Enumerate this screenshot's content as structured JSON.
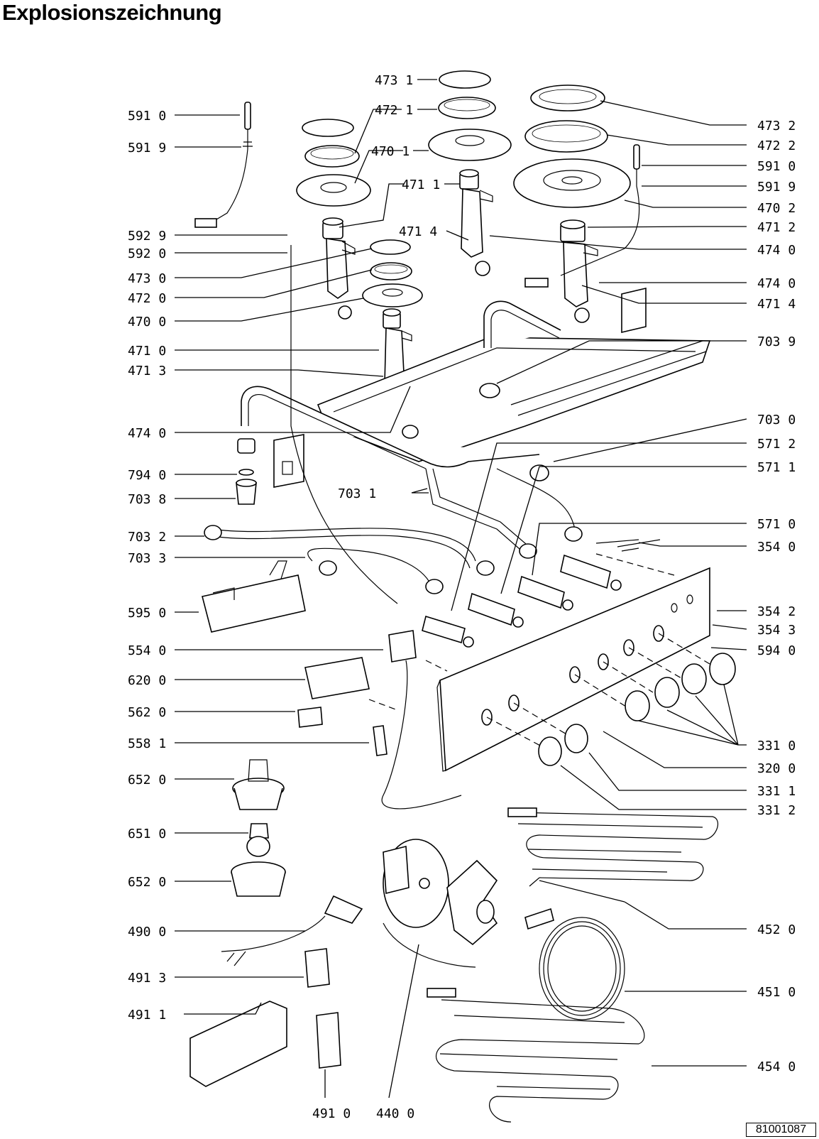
{
  "title": "Explosionszeichnung",
  "doc_number": "81001087",
  "callouts": [
    {
      "id": "c1",
      "text": "591  0"
    },
    {
      "id": "c2",
      "text": "591  9"
    },
    {
      "id": "c3",
      "text": "592  9"
    },
    {
      "id": "c4",
      "text": "592  0"
    },
    {
      "id": "c5",
      "text": "473  0"
    },
    {
      "id": "c6",
      "text": "472  0"
    },
    {
      "id": "c7",
      "text": "470  0"
    },
    {
      "id": "c8",
      "text": "471  0"
    },
    {
      "id": "c9",
      "text": "471  3"
    },
    {
      "id": "c10",
      "text": "474  0"
    },
    {
      "id": "c11",
      "text": "794  0"
    },
    {
      "id": "c12",
      "text": "703  8"
    },
    {
      "id": "c13",
      "text": "703  2"
    },
    {
      "id": "c14",
      "text": "703  3"
    },
    {
      "id": "c15",
      "text": "595  0"
    },
    {
      "id": "c16",
      "text": "554  0"
    },
    {
      "id": "c17",
      "text": "620  0"
    },
    {
      "id": "c18",
      "text": "562  0"
    },
    {
      "id": "c19",
      "text": "558  1"
    },
    {
      "id": "c20",
      "text": "652  0"
    },
    {
      "id": "c21",
      "text": "651  0"
    },
    {
      "id": "c22",
      "text": "652  0"
    },
    {
      "id": "c23",
      "text": "490  0"
    },
    {
      "id": "c24",
      "text": "491  3"
    },
    {
      "id": "c25",
      "text": "491  1"
    },
    {
      "id": "c26",
      "text": "491  0"
    },
    {
      "id": "c27",
      "text": "440  0"
    },
    {
      "id": "c28",
      "text": "473  1"
    },
    {
      "id": "c29",
      "text": "472  1"
    },
    {
      "id": "c30",
      "text": "470  1"
    },
    {
      "id": "c31",
      "text": "471  1"
    },
    {
      "id": "c32",
      "text": "471  4"
    },
    {
      "id": "c33",
      "text": "703  1"
    },
    {
      "id": "c34",
      "text": "473  2"
    },
    {
      "id": "c35",
      "text": "472  2"
    },
    {
      "id": "c36",
      "text": "591  0"
    },
    {
      "id": "c37",
      "text": "591  9"
    },
    {
      "id": "c38",
      "text": "470  2"
    },
    {
      "id": "c39",
      "text": "471  2"
    },
    {
      "id": "c40",
      "text": "474  0"
    },
    {
      "id": "c41",
      "text": "474  0"
    },
    {
      "id": "c42",
      "text": "471  4"
    },
    {
      "id": "c43",
      "text": "703  9"
    },
    {
      "id": "c44",
      "text": "703  0"
    },
    {
      "id": "c45",
      "text": "571  2"
    },
    {
      "id": "c46",
      "text": "571  1"
    },
    {
      "id": "c47",
      "text": "571  0"
    },
    {
      "id": "c48",
      "text": "354  0"
    },
    {
      "id": "c49",
      "text": "354  2"
    },
    {
      "id": "c50",
      "text": "354  3"
    },
    {
      "id": "c51",
      "text": "594  0"
    },
    {
      "id": "c52",
      "text": "331  0"
    },
    {
      "id": "c53",
      "text": "320  0"
    },
    {
      "id": "c54",
      "text": "331  1"
    },
    {
      "id": "c55",
      "text": "331  2"
    },
    {
      "id": "c56",
      "text": "452  0"
    },
    {
      "id": "c57",
      "text": "451  0"
    },
    {
      "id": "c58",
      "text": "454  0"
    }
  ]
}
